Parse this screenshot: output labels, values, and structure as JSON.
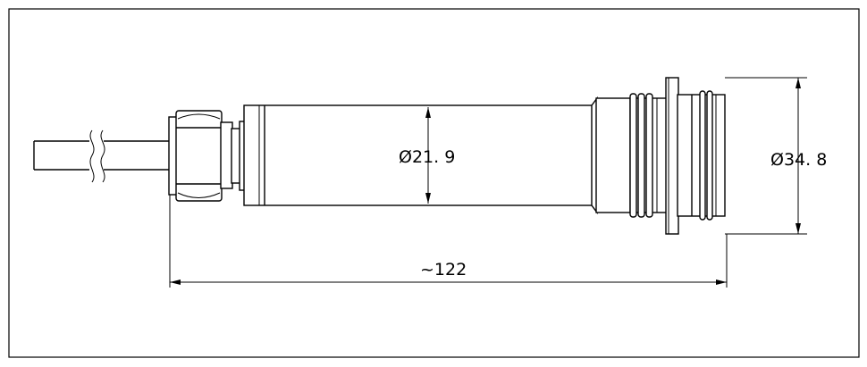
{
  "dimensions": {
    "body_diameter": "Ø21. 9",
    "flange_diameter": "Ø34. 8",
    "overall_length": "~122"
  }
}
